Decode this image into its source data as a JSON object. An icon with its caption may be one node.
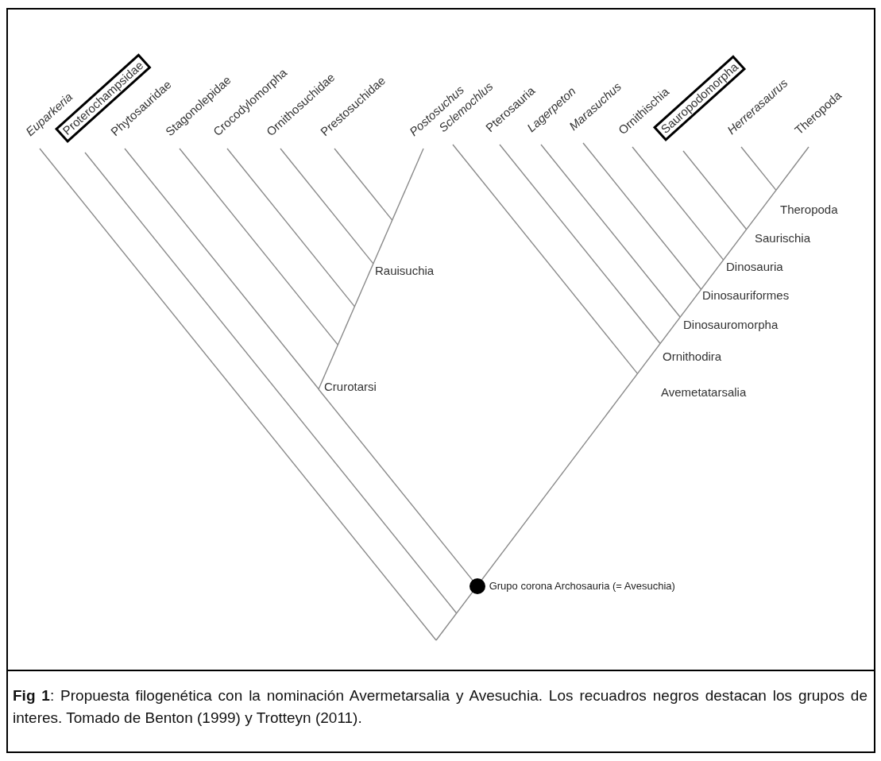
{
  "diagram": {
    "caption": "**Fig 1**: Propuesta filogenética con la nominación Avermetarsalia y Avesuchia. Los recuadros negros destacan los grupos de interes. Tomado de Benton (1999) y Trotteyn (2011).",
    "nodes": [
      {
        "text": [
          "Proterochampsidae"
        ]
      },
      {
        "text": [
          "Sauropodomorpha"
        ]
      },
      {
        "text": [],
        "shape": "circle",
        "beside": [
          "Grupo corona Archosauria (= Avesuchia)"
        ]
      }
    ],
    "labels": [
      "Euparkeria",
      "Phytosauridae",
      "Stagonolepidae",
      "Crocodylomorpha",
      "Ornithosuchidae",
      "Prestosuchidae",
      "Postosuchus",
      "Sclemochlus",
      "Pterosauria",
      "Lagerpeton",
      "Marasuchus",
      "Ornithischia",
      "Herrerasaurus",
      "Theropoda",
      "Theropoda",
      "Saurischia",
      "Rauisuchia",
      "Dinosauria",
      "Dinosauriformes",
      "Dinosauromorpha",
      "Ornithodira",
      "Crurotarsi",
      "Avemetatarsalia"
    ]
  }
}
